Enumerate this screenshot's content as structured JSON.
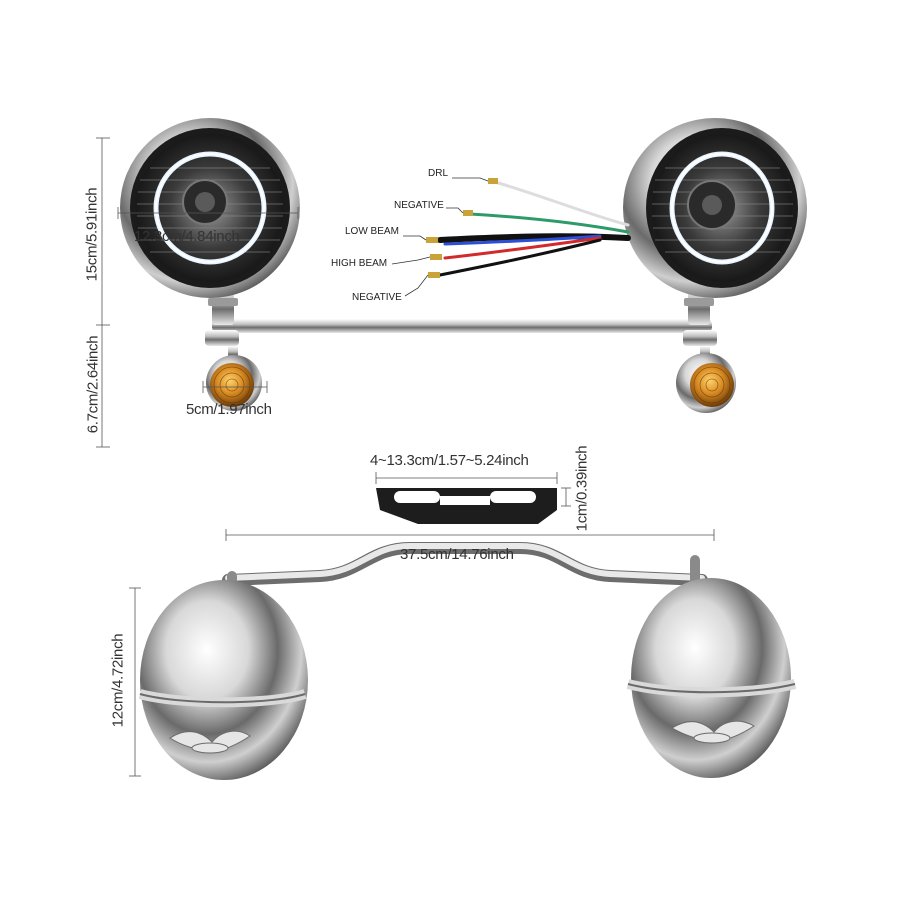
{
  "image": {
    "subject": "motorcycle passing lamp light bar kit with turn signals"
  },
  "dimensions": {
    "lamp_height": "15cm/5.91inch",
    "lamp_diameter": "12.3cm/4.84inch",
    "signal_drop": "6.7cm/2.64inch",
    "signal_diameter": "5cm/1.97inch",
    "bracket_range": "4~13.3cm/1.57~5.24inch",
    "bracket_thickness": "1cm/0.39inch",
    "bar_width": "37.5cm/14.76inch",
    "housing_height": "12cm/4.72inch"
  },
  "wires": {
    "drl": "DRL",
    "negative_top": "NEGATIVE",
    "low_beam": "LOW BEAM",
    "high_beam": "HIGH BEAM",
    "negative_bottom": "NEGATIVE"
  },
  "colors": {
    "chrome_light": "#f4f4f4",
    "chrome_dark": "#7a7a7a",
    "amber": "#c8781a",
    "halo": "#e8f4ff",
    "wire_white": "#dddddd",
    "wire_green": "#2e9a6a",
    "wire_blue": "#2c4fd6",
    "wire_red": "#d22a2a",
    "wire_black": "#111111"
  }
}
